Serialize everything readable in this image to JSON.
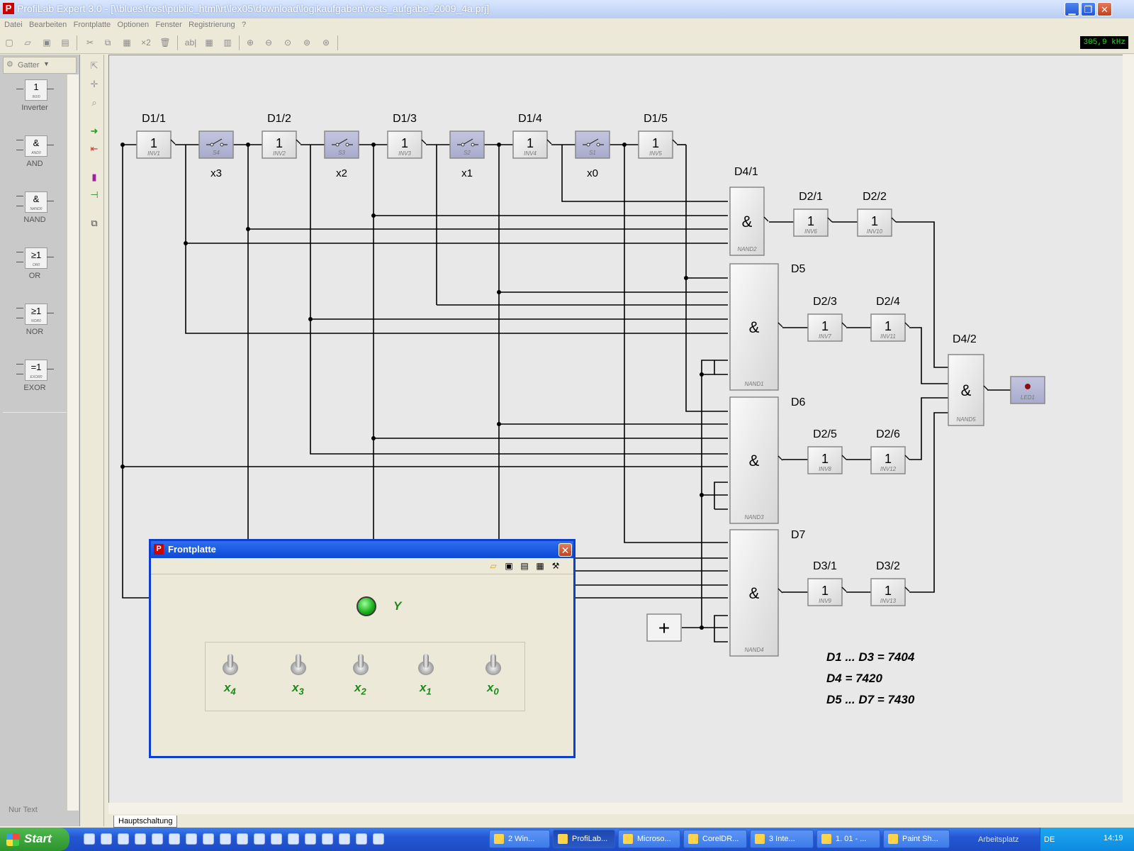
{
  "window": {
    "title": "ProfiLab Expert 3.0 - [\\\\blues\\frost\\public_html\\rt\\lex05\\download\\logikaufgaben\\rosts_aufgabe_2009_4a.prj]",
    "app_icon": "P",
    "minimize_icon": "minimize-icon",
    "restore_icon": "restore-icon",
    "close_icon": "close-icon"
  },
  "menu": [
    "Datei",
    "Bearbeiten",
    "Frontplatte",
    "Optionen",
    "Fenster",
    "Registrierung",
    "?"
  ],
  "toolbar": {
    "x2_label": "×2",
    "text_label": "ab|",
    "frequency": "305,9 kHz"
  },
  "palette": {
    "header": "Gatter",
    "items": [
      {
        "symbol": "1",
        "sub": "INV0",
        "label": "Inverter"
      },
      {
        "symbol": "&",
        "sub": "AND0",
        "label": "AND"
      },
      {
        "symbol": "&",
        "sub": "NAND0",
        "label": "NAND"
      },
      {
        "symbol": "≥1",
        "sub": "OR0",
        "label": "OR"
      },
      {
        "symbol": "≥1",
        "sub": "NOR0",
        "label": "NOR"
      },
      {
        "symbol": "=1",
        "sub": "EXOR0",
        "label": "EXOR"
      }
    ],
    "footer": "Nur Text"
  },
  "tab": "Hauptschaltung",
  "circuit": {
    "top_inverters": [
      {
        "ref": "D1/1",
        "sub": "INV1"
      },
      {
        "ref": "D1/2",
        "sub": "INV2"
      },
      {
        "ref": "D1/3",
        "sub": "INV3"
      },
      {
        "ref": "D1/4",
        "sub": "INV4"
      },
      {
        "ref": "D1/5",
        "sub": "INV5"
      }
    ],
    "switches": [
      {
        "sub": "S4",
        "label": "x3"
      },
      {
        "sub": "S3",
        "label": "x2"
      },
      {
        "sub": "S2",
        "label": "x1"
      },
      {
        "sub": "S1",
        "label": "x0"
      }
    ],
    "nand_symbol": "&",
    "inv_symbol": "1",
    "nands": [
      {
        "ref": "D4/1",
        "sub": "NAND2"
      },
      {
        "ref": "D5",
        "sub": "NAND1"
      },
      {
        "ref": "D6",
        "sub": "NAND3"
      },
      {
        "ref": "D7",
        "sub": "NAND4"
      },
      {
        "ref": "D4/2",
        "sub": "NAND5"
      }
    ],
    "inverters": [
      {
        "ref": "D2/1",
        "sub": "INV6"
      },
      {
        "ref": "D2/2",
        "sub": "INV10"
      },
      {
        "ref": "D2/3",
        "sub": "INV7"
      },
      {
        "ref": "D2/4",
        "sub": "INV11"
      },
      {
        "ref": "D2/5",
        "sub": "INV8"
      },
      {
        "ref": "D2/6",
        "sub": "INV12"
      },
      {
        "ref": "D3/1",
        "sub": "INV9"
      },
      {
        "ref": "D3/2",
        "sub": "INV13"
      }
    ],
    "led_sub": "LED1",
    "plus_symbol": "+",
    "notes": [
      "D1 ... D3 = 7404",
      "D4 = 7420",
      "D5 ... D7 = 7430"
    ]
  },
  "frontplatte": {
    "title": "Frontplatte",
    "led_label": "Y",
    "switches": [
      {
        "name": "x",
        "index": "4"
      },
      {
        "name": "x",
        "index": "3"
      },
      {
        "name": "x",
        "index": "2"
      },
      {
        "name": "x",
        "index": "1"
      },
      {
        "name": "x",
        "index": "0"
      }
    ]
  },
  "taskbar": {
    "start": "Start",
    "tasks": [
      "2 Win...",
      "ProfiLab...",
      "Microso...",
      "CorelDR...",
      "3 Inte...",
      "1. 01 - ...",
      "Paint Sh..."
    ],
    "workspace": "Arbeitsplatz",
    "lang": "DE",
    "clock": "14:19"
  }
}
